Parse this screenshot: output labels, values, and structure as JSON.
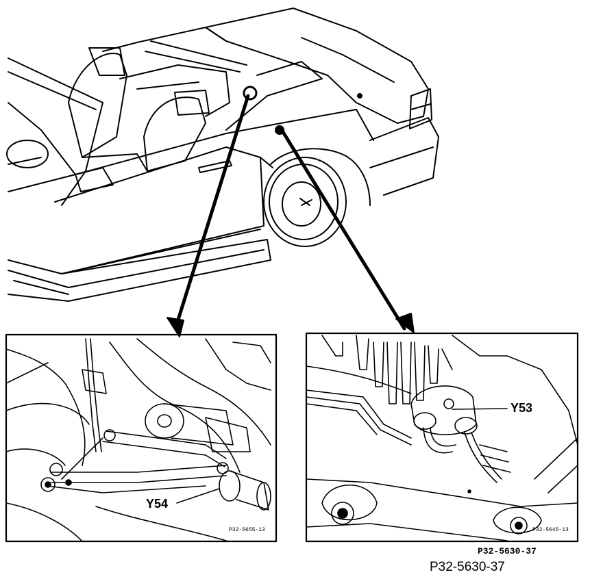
{
  "labels": {
    "y54": "Y54",
    "y53": "Y53",
    "left_panel_ref": "P32-5655-13",
    "right_panel_ref": "P32-5645-13",
    "figure_ref_stamp": "P32-5630-37",
    "figure_ref": "P32-5630-37"
  }
}
